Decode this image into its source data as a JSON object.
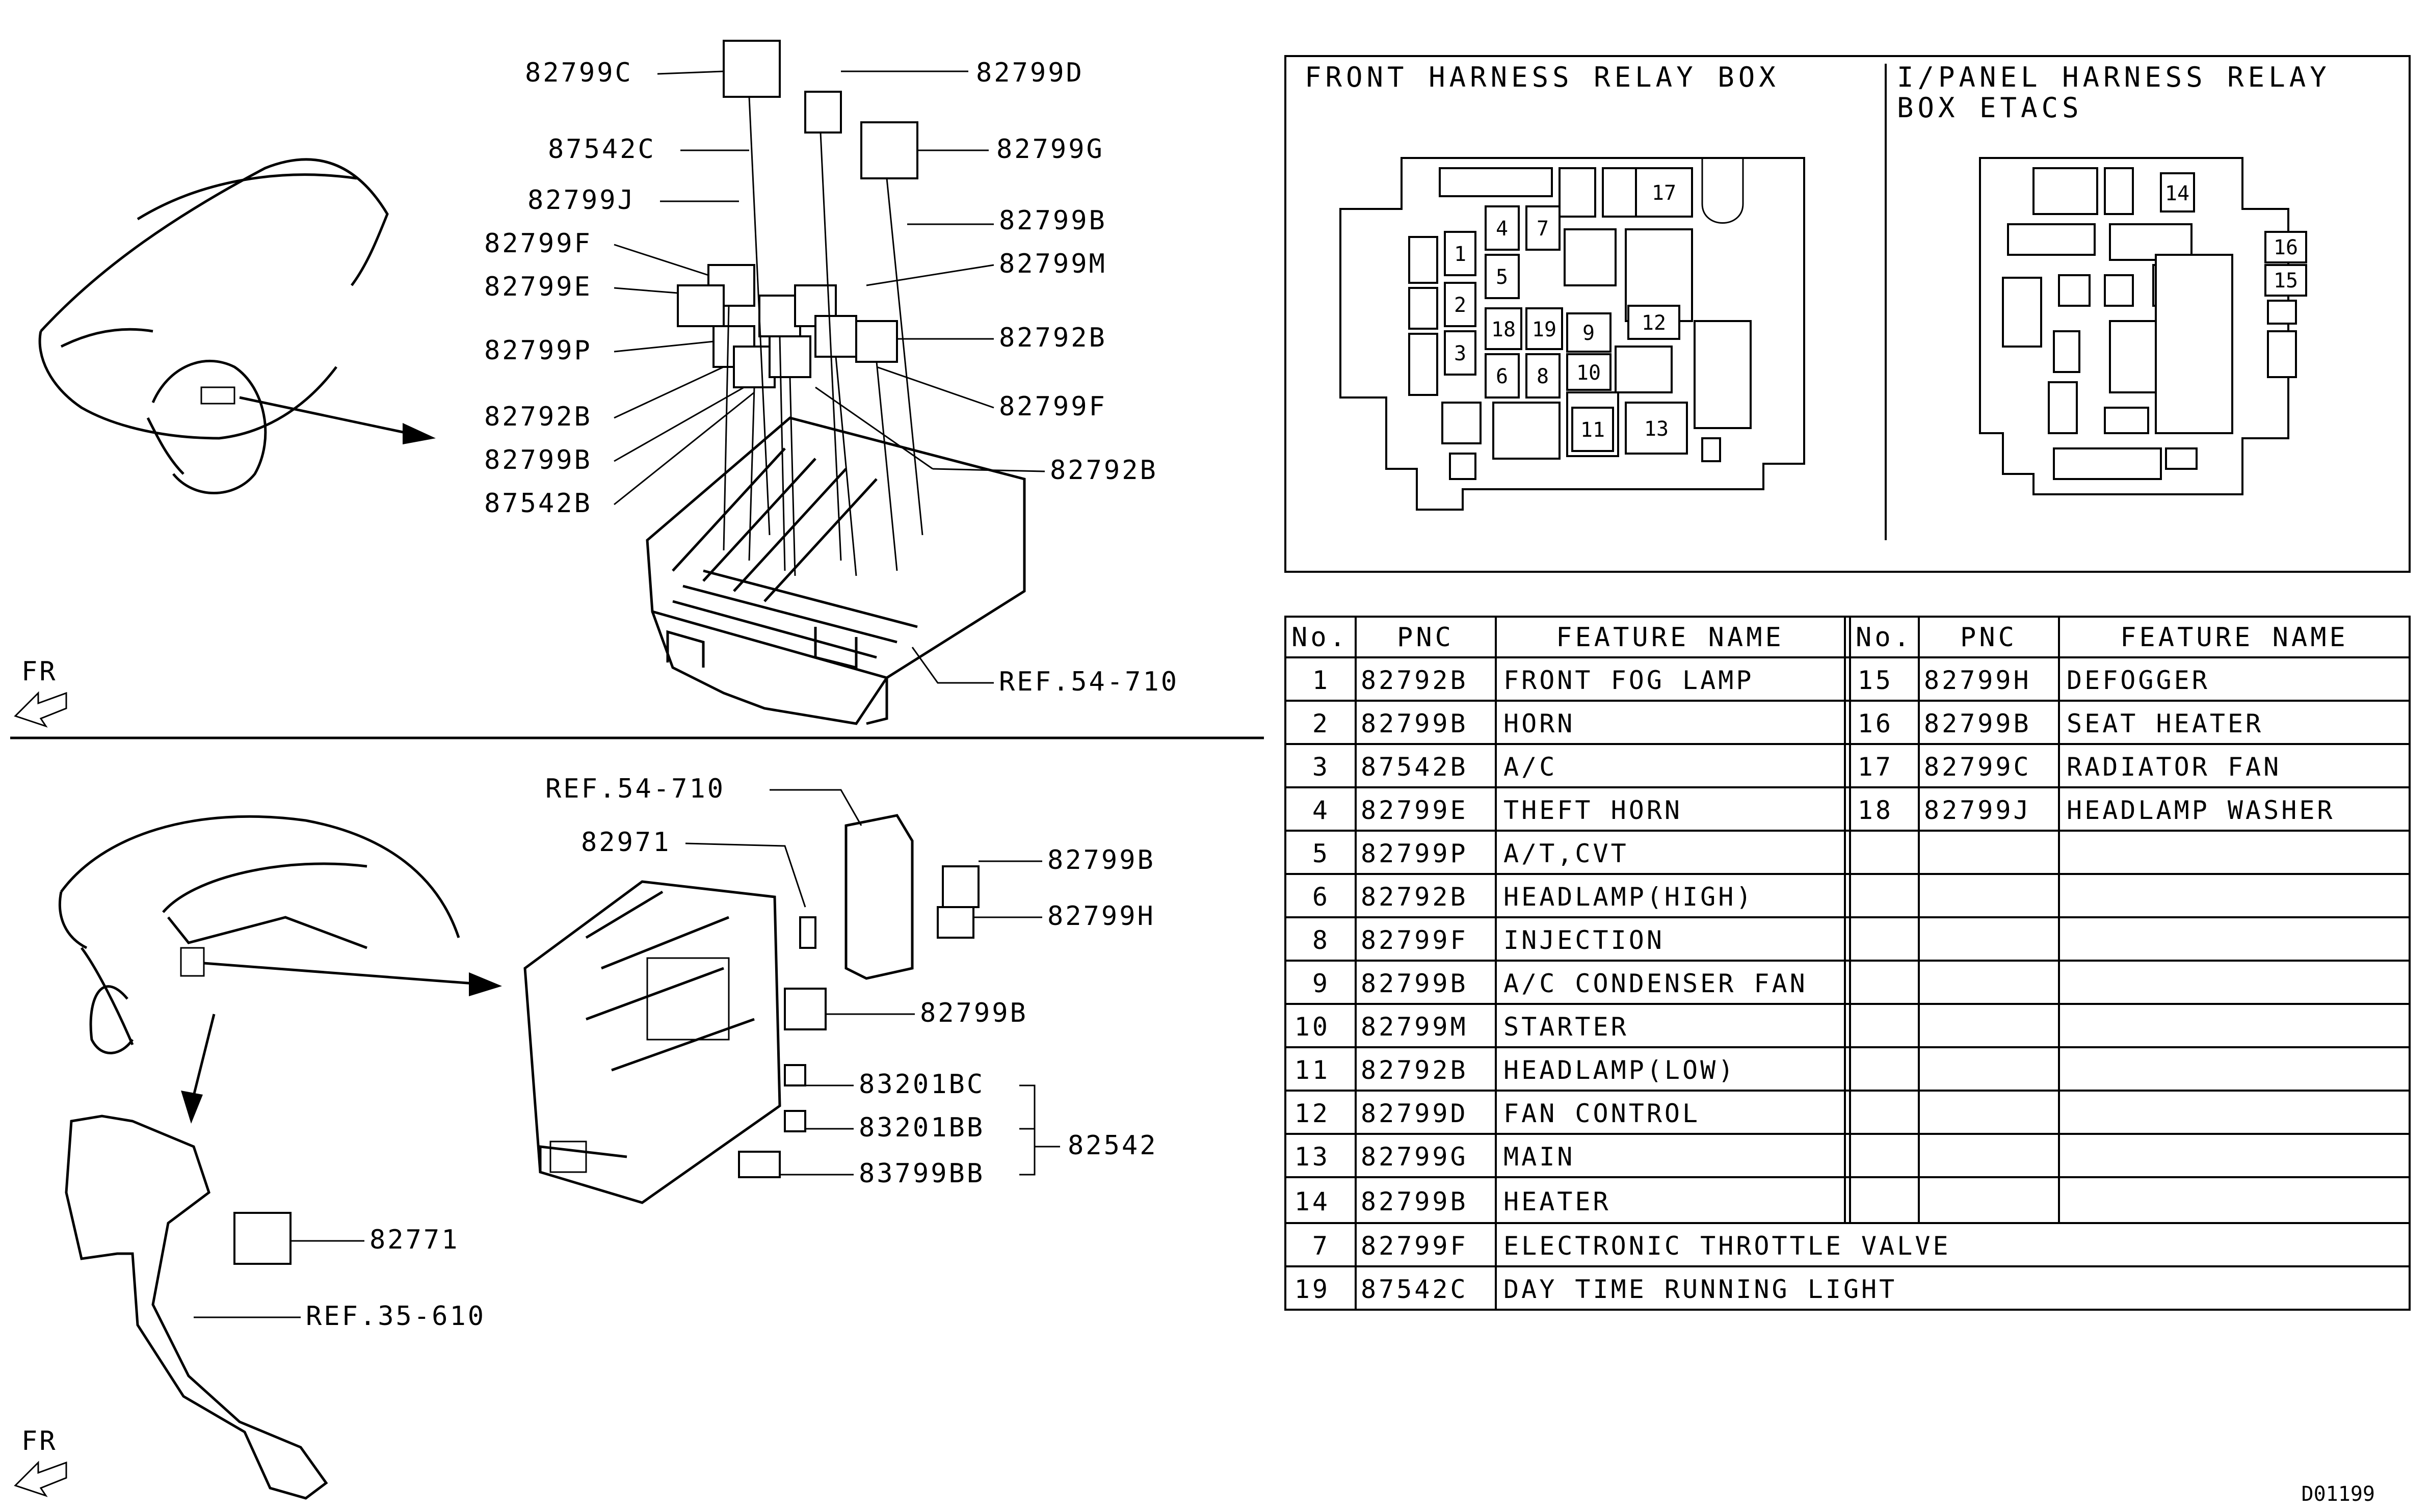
{
  "upper_callouts": [
    "82799C",
    "82799D",
    "87542C",
    "82799G",
    "82799J",
    "82799B",
    "82799F",
    "82799M",
    "82799E",
    "82792B",
    "82799P",
    "82799F",
    "82792B",
    "82792B",
    "82799B",
    "87542B",
    "REF.54-710"
  ],
  "lower_callouts": [
    "REF.54-710",
    "82971",
    "82799B",
    "82799H",
    "82799B",
    "83201BC",
    "83201BB",
    "83799BB",
    "82542",
    "82771",
    "REF.35-610"
  ],
  "fr_label": "FR",
  "relay_box": {
    "front_title": "FRONT HARNESS RELAY BOX",
    "ipanel_title_1": "I/PANEL HARNESS RELAY",
    "ipanel_title_2": "BOX ETACS",
    "front_slots": [
      "1",
      "2",
      "3",
      "4",
      "5",
      "6",
      "7",
      "8",
      "9",
      "10",
      "11",
      "12",
      "13",
      "17",
      "18",
      "19"
    ],
    "ipanel_slots": [
      "14",
      "15",
      "16"
    ]
  },
  "table": {
    "headers": [
      "No.",
      "PNC",
      "FEATURE NAME",
      "No.",
      "PNC",
      "FEATURE NAME"
    ],
    "left_rows": [
      [
        "1",
        "82792B",
        "FRONT FOG LAMP"
      ],
      [
        "2",
        "82799B",
        "HORN"
      ],
      [
        "3",
        "87542B",
        "A/C"
      ],
      [
        "4",
        "82799E",
        "THEFT HORN"
      ],
      [
        "5",
        "82799P",
        "A/T,CVT"
      ],
      [
        "6",
        "82792B",
        "HEADLAMP(HIGH)"
      ],
      [
        "8",
        "82799F",
        "INJECTION"
      ],
      [
        "9",
        "82799B",
        "A/C CONDENSER FAN"
      ],
      [
        "10",
        "82799M",
        "STARTER"
      ],
      [
        "11",
        "82792B",
        "HEADLAMP(LOW)"
      ],
      [
        "12",
        "82799D",
        "FAN CONTROL"
      ],
      [
        "13",
        "82799G",
        "MAIN"
      ],
      [
        "14",
        "82799B",
        "HEATER"
      ]
    ],
    "right_rows": [
      [
        "15",
        "82799H",
        "DEFOGGER"
      ],
      [
        "16",
        "82799B",
        "SEAT HEATER"
      ],
      [
        "17",
        "82799C",
        "RADIATOR FAN"
      ],
      [
        "18",
        "82799J",
        "HEADLAMP WASHER"
      ]
    ],
    "wide_rows": [
      [
        "7",
        "82799F",
        "ELECTRONIC THROTTLE VALVE"
      ],
      [
        "19",
        "87542C",
        "DAY TIME RUNNING LIGHT"
      ]
    ]
  },
  "diagram_code": "D01199"
}
